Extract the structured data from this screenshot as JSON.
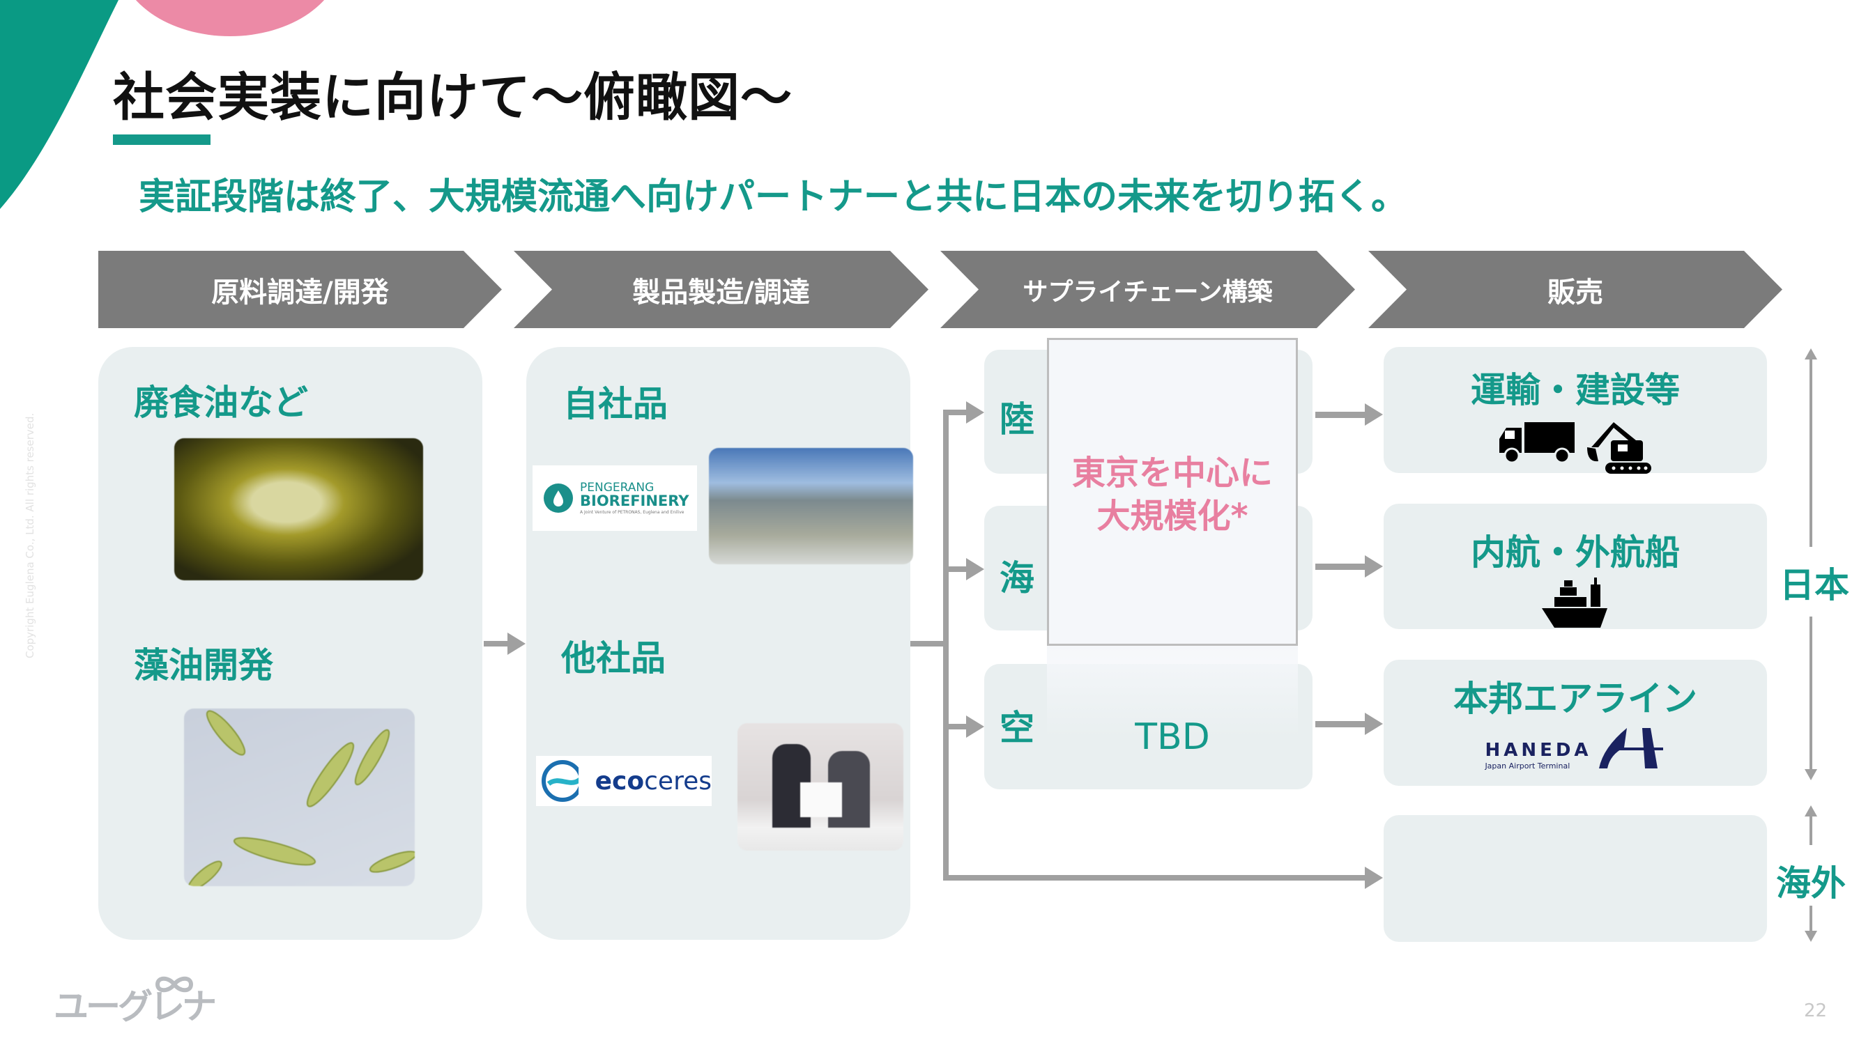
{
  "title": "社会実装に向けて～俯瞰図～",
  "subtitle": "実証段階は終了、大規模流通へ向けパートナーと共に日本の未来を切り拓く。",
  "stages": [
    "原料調達/開発",
    "製品製造/調達",
    "サプライチェーン構築",
    "販売"
  ],
  "raw_materials": {
    "item1": "廃食油など",
    "item2": "藻油開発"
  },
  "production": {
    "own": "自社品",
    "others": "他社品",
    "pengerang": {
      "line1": "PENGERANG",
      "line2": "BIOREFINERY",
      "tagline": "A Joint Venture of PETRONAS, Euglena and Enilive"
    },
    "ecoceres": {
      "bold": "eco",
      "light": "ceres"
    }
  },
  "supply_chain": {
    "land": "陸",
    "sea": "海",
    "air": "空",
    "highlight": "東京を中心に大規模化*",
    "highlight_line1": "東京を中心に",
    "highlight_line2": "大規模化*",
    "tbd": "TBD"
  },
  "sales": {
    "box1": "運輸・建設等",
    "box2": "内航・外航船",
    "box3": "本邦エアライン",
    "haneda": {
      "name": "HANEDA",
      "sub": "Japan Airport Terminal"
    }
  },
  "regions": {
    "japan": "日本",
    "overseas": "海外"
  },
  "footer": {
    "logo": "ユーグレナ",
    "page": "22",
    "copyright": "Copyright Euglena Co., Ltd. All rights reserved."
  },
  "colors": {
    "accent": "#14998a",
    "pink": "#e87fa0",
    "stage": "#7b7b7b",
    "panel": "#e9eff0"
  }
}
